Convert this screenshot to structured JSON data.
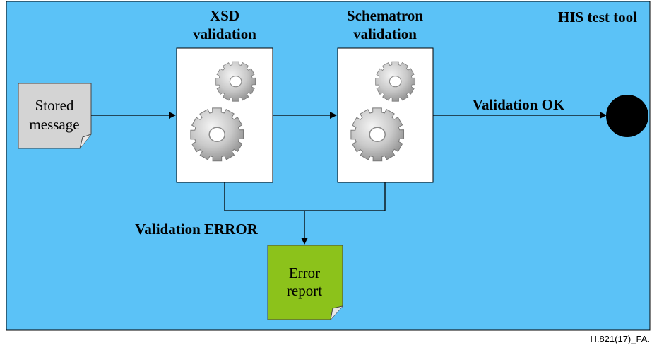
{
  "tool_name": "HIS test tool",
  "stored_message": {
    "line1": "Stored",
    "line2": "message"
  },
  "xsd_step": {
    "line1": "XSD",
    "line2": "validation"
  },
  "schematron_step": {
    "line1": "Schematron",
    "line2": "validation"
  },
  "ok_label": "Validation OK",
  "error_label": "Validation ERROR",
  "error_report": {
    "line1": "Error",
    "line2": "report"
  },
  "figure_code": "H.821(17)_FA.",
  "colors": {
    "background": "#5bc2f7",
    "stored_message": "#d4d4d4",
    "error_report": "#8cc21b",
    "end_node": "#000000"
  }
}
